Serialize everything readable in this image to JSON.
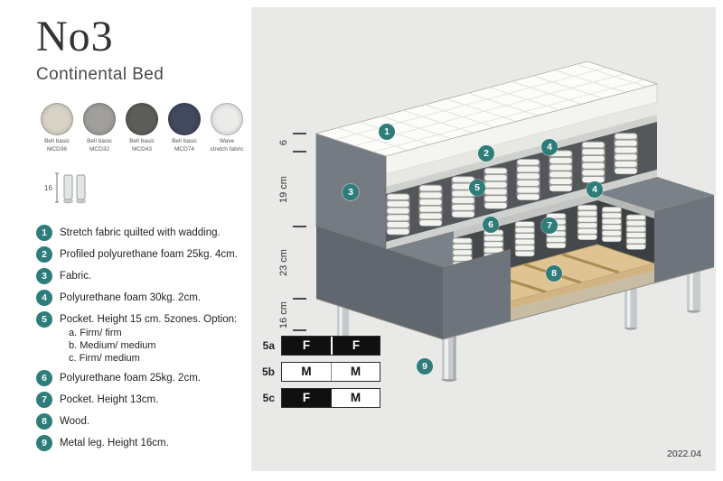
{
  "header": {
    "title": "No3",
    "subtitle": "Continental Bed"
  },
  "swatches": [
    {
      "name": "Bell basic MCD36",
      "line1": "Bell basic",
      "line2": "MCD36",
      "color": "#d7d2c6"
    },
    {
      "name": "Bell basic MCD32",
      "line1": "Bell basic",
      "line2": "MCD32",
      "color": "#a09f9b"
    },
    {
      "name": "Bell basic MCD43",
      "line1": "Bell basic",
      "line2": "MCD43",
      "color": "#5e5d59"
    },
    {
      "name": "Bell basic MCD74",
      "line1": "Bell basic",
      "line2": "MCD74",
      "color": "#414a5e"
    },
    {
      "name": "Wave stretch fabric",
      "line1": "Wave",
      "line2": "stretch fabric",
      "color": "#ebebe9"
    }
  ],
  "leg_icon": {
    "height_label": "16"
  },
  "legend": [
    {
      "num": "1",
      "text": "Stretch fabric quilted with wadding."
    },
    {
      "num": "2",
      "text": "Profiled polyurethane foam 25kg. 4cm."
    },
    {
      "num": "3",
      "text": "Fabric."
    },
    {
      "num": "4",
      "text": "Polyurethane foam 30kg. 2cm."
    },
    {
      "num": "5",
      "text": "Pocket. Height 15 cm. 5zones. Option:",
      "options": [
        "a. Firm/ firm",
        "b. Medium/ medium",
        "c. Firm/ medium"
      ]
    },
    {
      "num": "6",
      "text": "Polyurethane foam 25kg. 2cm."
    },
    {
      "num": "7",
      "text": "Pocket. Height 13cm."
    },
    {
      "num": "8",
      "text": "Wood."
    },
    {
      "num": "9",
      "text": "Metal leg. Height 16cm."
    }
  ],
  "illustration": {
    "badges": [
      "1",
      "2",
      "3",
      "4",
      "4",
      "5",
      "6",
      "7",
      "8",
      "9"
    ],
    "dimension_labels": [
      "6",
      "19 cm",
      "23 cm",
      "16 cm"
    ]
  },
  "firmness_table": {
    "rows": [
      {
        "label": "5a",
        "cells": [
          {
            "text": "F",
            "dark": true
          },
          {
            "text": "F",
            "dark": true
          }
        ]
      },
      {
        "label": "5b",
        "cells": [
          {
            "text": "M",
            "dark": false
          },
          {
            "text": "M",
            "dark": false
          }
        ]
      },
      {
        "label": "5c",
        "cells": [
          {
            "text": "F",
            "dark": true
          },
          {
            "text": "M",
            "dark": false
          }
        ]
      }
    ]
  },
  "version": "2022.04",
  "colors": {
    "accent_teal": "#2e7d7a",
    "panel_bg": "#e9e9e7",
    "wood": "#dec092"
  }
}
